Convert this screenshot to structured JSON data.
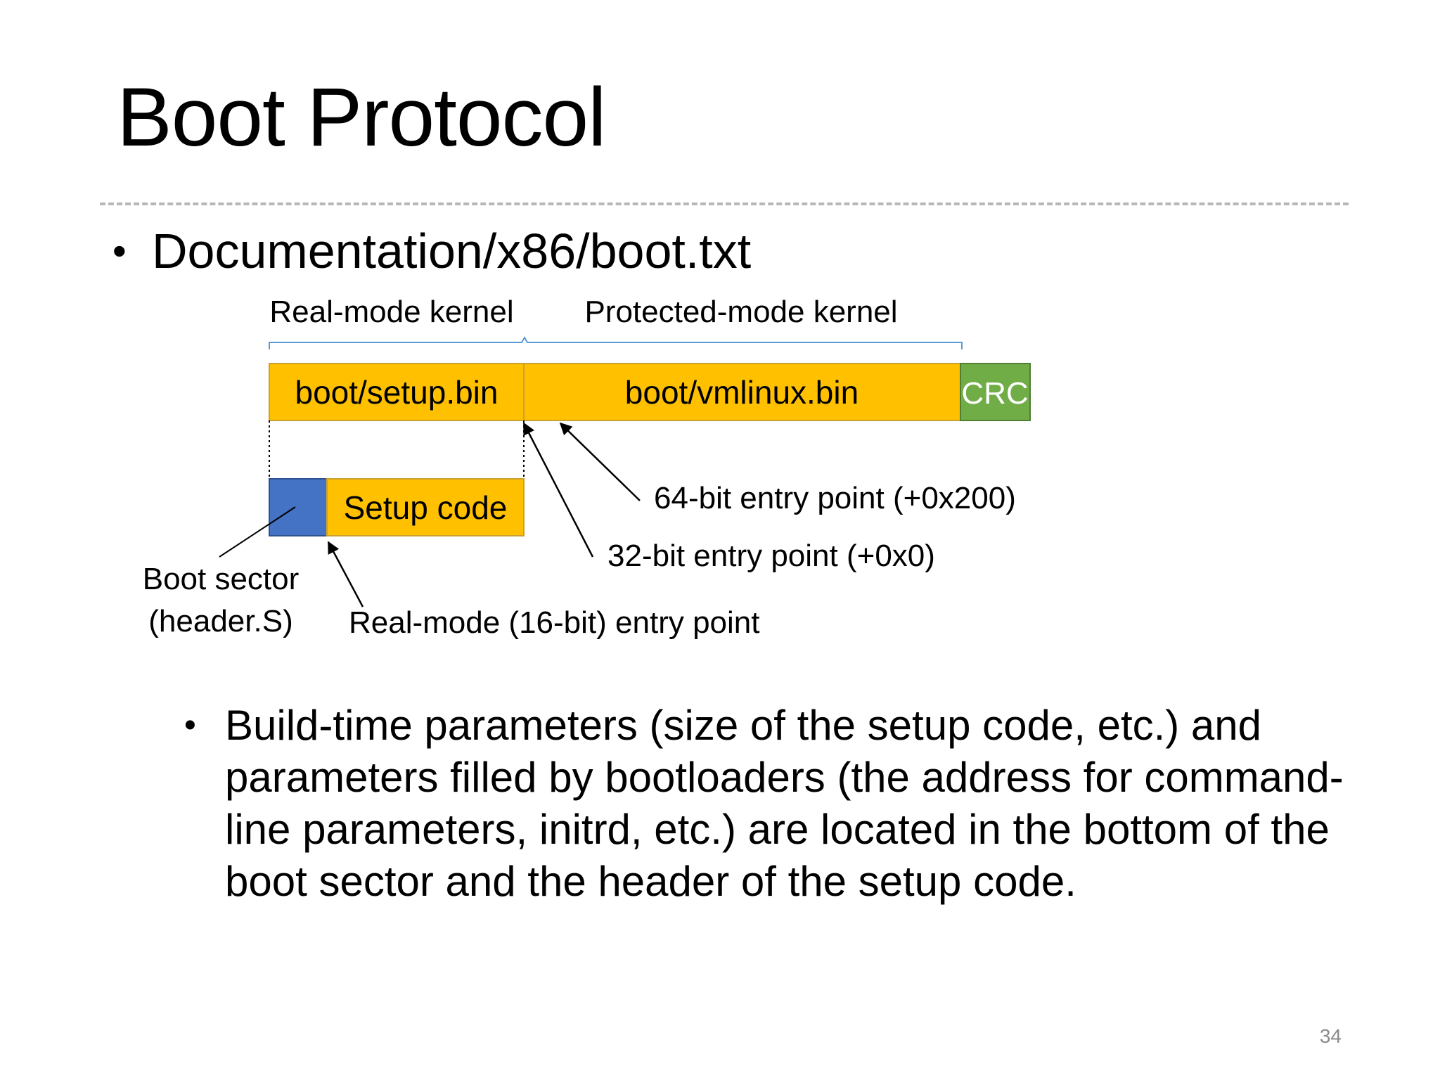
{
  "title": "Boot Protocol",
  "bullet_main": "Documentation/x86/boot.txt",
  "bullet_glyph": "•",
  "diagram": {
    "brace_left_label": "Real-mode kernel",
    "brace_right_label": "Protected-mode kernel",
    "setup_bin_label": "boot/setup.bin",
    "vmlinux_bin_label": "boot/vmlinux.bin",
    "crc_label": "CRC",
    "setup_code_label": "Setup code",
    "boot_sector_label_line1": "Boot sector",
    "boot_sector_label_line2": "(header.S)",
    "realmode_entry_label": "Real-mode (16-bit) entry point",
    "entry32_label": "32-bit entry point (+0x0)",
    "entry64_label": "64-bit entry point (+0x200)",
    "colors": {
      "orange_fill": "#ffc000",
      "orange_stroke": "#c9a131",
      "green_fill": "#70ad47",
      "green_stroke": "#507e32",
      "blue_fill": "#4472c4",
      "blue_stroke": "#2f528f",
      "brace": "#5b9bd5"
    }
  },
  "sub_bullet": "Build-time parameters (size of the setup code, etc.) and parameters filled by bootloaders (the address for command-line parameters, initrd, etc.) are located in the bottom of the boot sector and the header of the setup code.",
  "page_number": "34"
}
